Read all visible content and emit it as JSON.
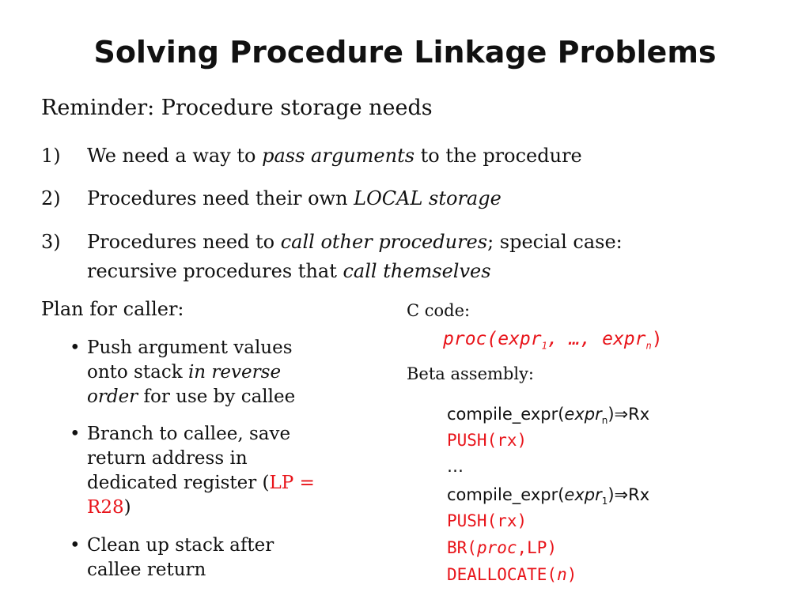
{
  "title": "Solving Procedure Linkage Problems",
  "reminder": "Reminder: Procedure storage needs",
  "needs": [
    {
      "num": "1)",
      "a": "We need a way to ",
      "b": "pass arguments",
      "c": " to the procedure"
    },
    {
      "num": "2)",
      "a": "Procedures need their own ",
      "b": "LOCAL storage",
      "c": ""
    },
    {
      "num": "3)",
      "a": "Procedures need to ",
      "b": "call other procedures",
      "c": "; special case:",
      "d": "recursive procedures that ",
      "e": "call themselves"
    }
  ],
  "plan": {
    "heading": "Plan for caller:",
    "b1": {
      "l1": "Push argument values",
      "l2a": "onto stack ",
      "l2b": "in reverse",
      "l3a": "order",
      "l3b": " for use by callee"
    },
    "b2": {
      "l1": "Branch to callee, save",
      "l2": "return address in",
      "l3a": "dedicated register (",
      "l3b": "LP =",
      "l4a": "R28",
      "l4b": ")"
    },
    "b3": {
      "l1": "Clean up stack after",
      "l2": "callee return"
    }
  },
  "ccode": {
    "label": "C code:",
    "proc": "proc(expr",
    "s1": "1",
    "mid": ", …, expr",
    "sn": "n",
    "end": ")"
  },
  "beta": {
    "label": "Beta assembly:",
    "c1a": "compile_expr(",
    "c1b": "expr",
    "c1s": "n",
    "c1c": ")⇒Rx",
    "push1": "PUSH(rx)",
    "dots": "…",
    "c2a": "compile_expr(",
    "c2b": "expr",
    "c2s": "1",
    "c2c": ")⇒Rx",
    "push2": "PUSH(rx)",
    "br_a": "BR(",
    "br_b": "proc",
    "br_c": ",LP)",
    "dealloc_a": "DEALLOCATE(",
    "dealloc_b": "n",
    "dealloc_c": ")"
  }
}
